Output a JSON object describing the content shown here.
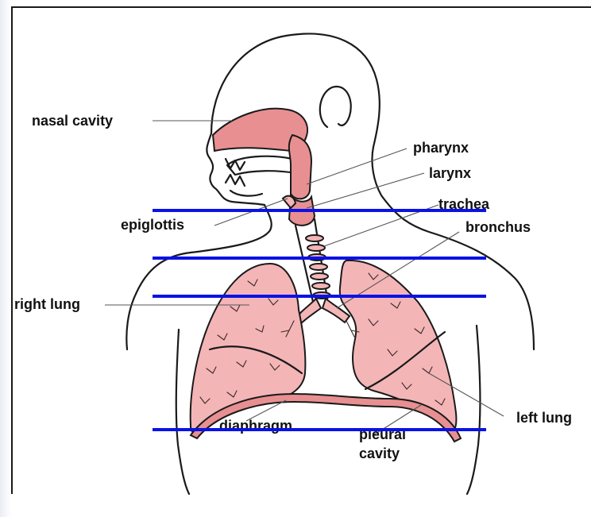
{
  "labels": {
    "nasal_cavity": "nasal cavity",
    "pharynx": "pharynx",
    "larynx": "larynx",
    "epiglottis": "epiglottis",
    "trachea": "trachea",
    "bronchus": "bronchus",
    "right_lung": "right lung",
    "left_lung": "left lung",
    "diaphragm": "diaphragm",
    "pleural": "pleural",
    "cavity": "cavity"
  },
  "colors": {
    "tissue_light": "#f4b5b7",
    "tissue_deep": "#e88f92",
    "guide_lines": "#0a12e6",
    "outline": "#1a1a1a"
  }
}
